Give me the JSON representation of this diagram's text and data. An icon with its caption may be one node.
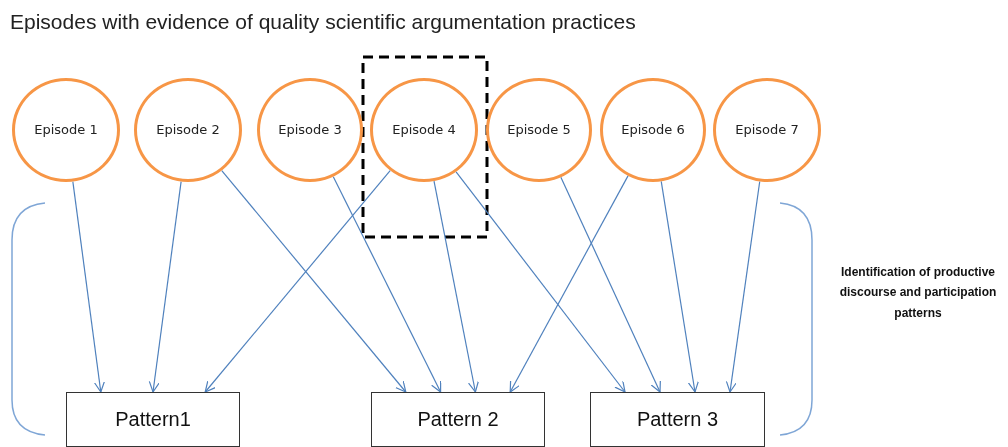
{
  "diagram": {
    "title": "Episodes with evidence of quality scientific argumentation practices",
    "nodes": [
      {
        "text": [
          "Episode 1"
        ]
      },
      {
        "text": [
          "Episode 2"
        ]
      },
      {
        "text": [
          "Episode 3"
        ]
      },
      {
        "text": [
          "Episode 4"
        ]
      },
      {
        "text": [
          "Episode 5"
        ]
      },
      {
        "text": [
          "Episode 6"
        ]
      },
      {
        "text": [
          "Episode 7"
        ]
      },
      {
        "text": [
          "Pattern1"
        ]
      },
      {
        "text": [
          "Pattern 2"
        ]
      },
      {
        "text": [
          "Pattern 3"
        ]
      }
    ],
    "edges": [
      {
        "from": 0,
        "to": 7,
        "arrow": "to"
      },
      {
        "from": 1,
        "to": 7,
        "arrow": "to"
      },
      {
        "from": 1,
        "to": 8,
        "arrow": "to"
      },
      {
        "from": 2,
        "to": 8,
        "arrow": "to"
      },
      {
        "from": 3,
        "to": 7,
        "arrow": "to"
      },
      {
        "from": 3,
        "to": 8,
        "arrow": "to"
      },
      {
        "from": 3,
        "to": 9,
        "arrow": "to"
      },
      {
        "from": 4,
        "to": 9,
        "arrow": "to"
      },
      {
        "from": 5,
        "to": 8,
        "arrow": "to"
      },
      {
        "from": 5,
        "to": 9,
        "arrow": "to"
      },
      {
        "from": 6,
        "to": 9,
        "arrow": "to"
      }
    ],
    "labels": [
      "Identification of productive discourse and participation patterns"
    ]
  }
}
